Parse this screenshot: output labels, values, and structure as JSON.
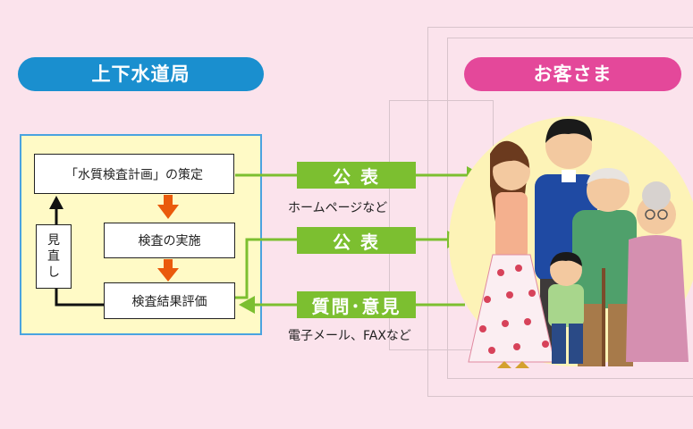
{
  "left_header": "上下水道局",
  "right_header": "お客さま",
  "flow": {
    "plan": "「水質検査計画」の策定",
    "execute": "検査の実施",
    "evaluate": "検査結果評価",
    "review": [
      "見",
      "直",
      "し"
    ]
  },
  "labels": {
    "publish_1": "公 表",
    "publish_1_caption": "ホームページなど",
    "publish_2": "公 表",
    "feedback": "質問･意見",
    "feedback_caption": "電子メール、FAXなど"
  },
  "colors": {
    "left_header": "#1a8fcf",
    "right_header": "#e4489a",
    "green": "#7cbf30",
    "orange_arrow": "#ea5a0c",
    "panel_fill": "#fffac6",
    "panel_border": "#4aa3e0",
    "page_background": "#fbe3ec"
  },
  "illustration": "family-illustration"
}
